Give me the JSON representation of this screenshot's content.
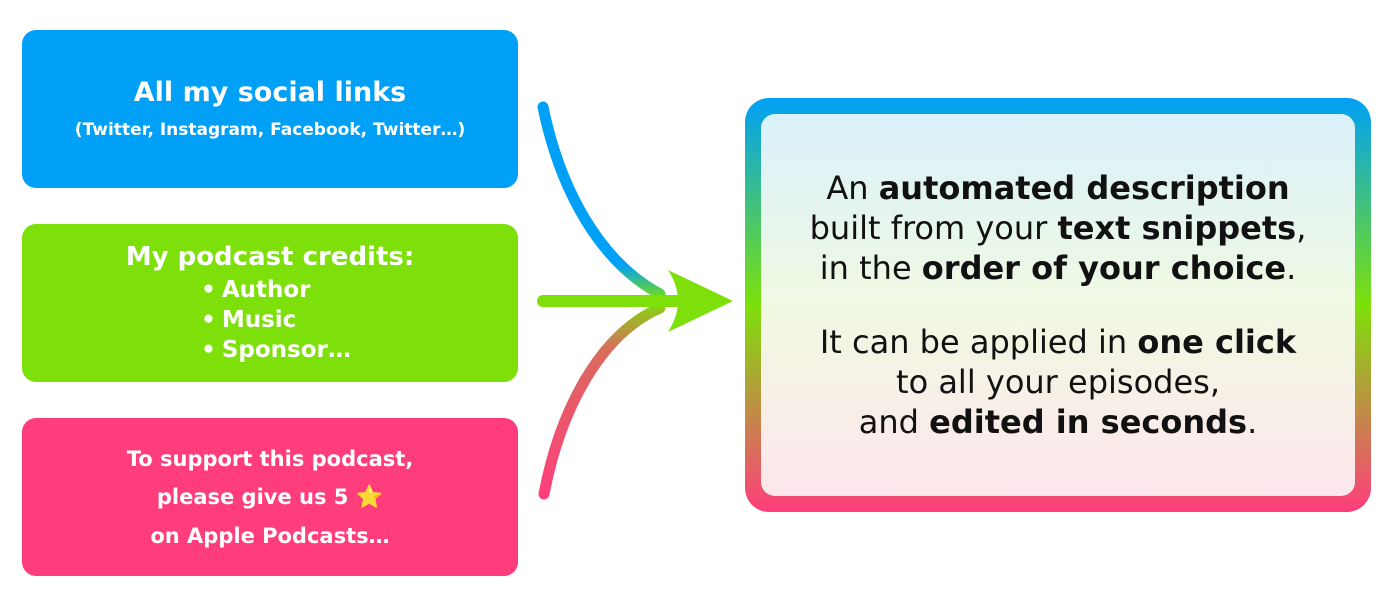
{
  "social_box": {
    "title": "All my social links",
    "subtitle": "(Twitter, Instagram, Facebook, Twitter…)",
    "color": "#00a0f7"
  },
  "credits_box": {
    "title": "My podcast credits:",
    "items": [
      "Author",
      "Music",
      "Sponsor…"
    ],
    "color": "#7de00a"
  },
  "support_box": {
    "line1": "To support this podcast,",
    "line2": "please give us 5",
    "star_icon": "⭐",
    "line3": "on Apple Podcasts…",
    "color": "#ff3d7d"
  },
  "result_box": {
    "p1": {
      "l1_a": "An ",
      "l1_b": "automated description",
      "l2_a": "built from your ",
      "l2_b": "text snippets",
      "l2_c": ",",
      "l3_a": "in the ",
      "l3_b": "order of your choice",
      "l3_c": "."
    },
    "p2": {
      "l1_a": "It can be applied in ",
      "l1_b": "one click",
      "l2": "to all your episodes,",
      "l3_a": "and ",
      "l3_b": "edited in seconds",
      "l3_c": "."
    }
  }
}
